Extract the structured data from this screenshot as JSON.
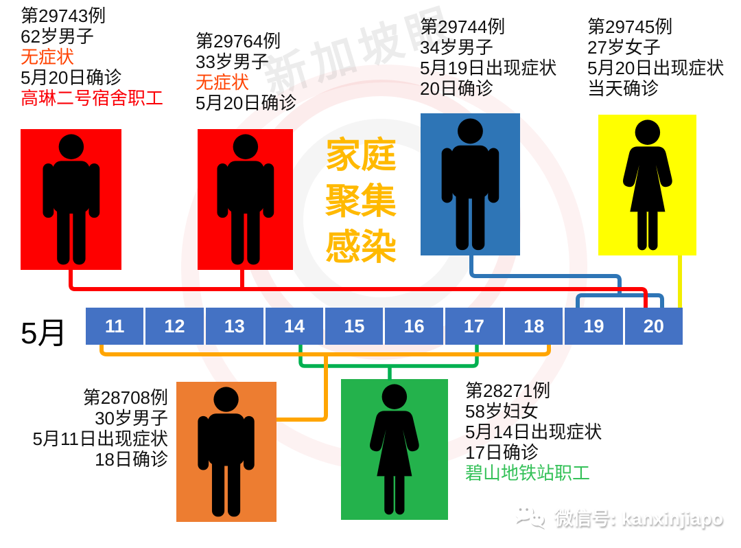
{
  "cluster_title": {
    "lines": [
      "家庭",
      "聚集",
      "感染"
    ],
    "color": "#FFB900"
  },
  "timeline": {
    "month": "5月",
    "days": [
      "11",
      "12",
      "13",
      "14",
      "15",
      "16",
      "17",
      "18",
      "19",
      "20"
    ],
    "box_color": "#4472C4"
  },
  "cases": [
    {
      "case_no": "第29743例",
      "age_sex": "62岁男子",
      "status": "无症状",
      "confirmed": "5月20日确诊",
      "note": "高琳二号宿舍职工",
      "figure": "male",
      "box_color": "#FE0000",
      "connector_color": "#FF0000",
      "linked_days": [
        "20"
      ]
    },
    {
      "case_no": "第29764例",
      "age_sex": "33岁男子",
      "status": "无症状",
      "confirmed": "5月20日确诊",
      "figure": "male",
      "box_color": "#FE0000",
      "connector_color": "#FF0000",
      "linked_days": [
        "20"
      ]
    },
    {
      "case_no": "第29744例",
      "age_sex": "34岁男子",
      "symptom": "5月19日出现症状",
      "confirmed": "20日确诊",
      "figure": "male",
      "box_color": "#2E75B6",
      "connector_color": "#2E75B6",
      "linked_days": [
        "19",
        "20"
      ]
    },
    {
      "case_no": "第29745例",
      "age_sex": "27岁女子",
      "symptom": "5月20日出现症状",
      "confirmed": "当天确诊",
      "figure": "female",
      "box_color": "#FFFF00",
      "connector_color": "#F2EE00",
      "linked_days": [
        "20"
      ]
    },
    {
      "case_no": "第28708例",
      "age_sex": "30岁男子",
      "symptom": "5月11日出现症状",
      "confirmed": "18日确诊",
      "figure": "male",
      "box_color": "#ED7D31",
      "connector_color": "#FFA500",
      "linked_days": [
        "11",
        "18"
      ]
    },
    {
      "case_no": "第28271例",
      "age_sex": "58岁妇女",
      "symptom": "5月14日出现症状",
      "confirmed": "17日确诊",
      "note": "碧山地铁站职工",
      "figure": "female",
      "box_color": "#24B24C",
      "connector_color": "#00B050",
      "linked_days": [
        "14",
        "17"
      ]
    }
  ],
  "watermarks": {
    "site_name": "新加坡眼",
    "wechat_id": "微信号: kanxinjiapo"
  },
  "colors": {
    "status_text": "#FF4200",
    "dorm_note_text": "#FB0007",
    "mrt_note_text": "#35C159",
    "title_gold": "#FFB900",
    "timeline_blue": "#4472C4"
  }
}
